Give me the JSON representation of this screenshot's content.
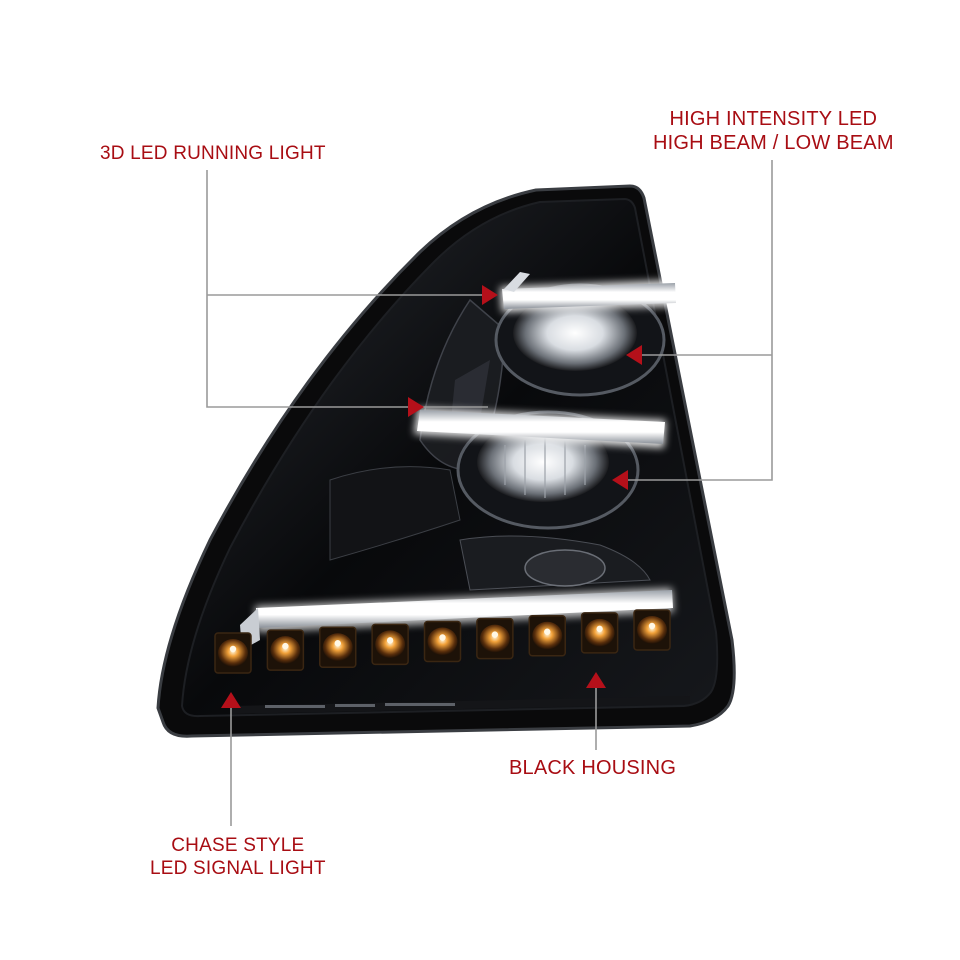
{
  "accent_color": "#a80d13",
  "housing_color": "#050505",
  "signal_amber": "#f2a23a",
  "callouts": {
    "running_light": {
      "line1": "3D LED RUNNING LIGHT"
    },
    "beam": {
      "line1": "HIGH INTENSITY LED",
      "line2": "HIGH BEAM / LOW BEAM"
    },
    "housing": {
      "line1": "BLACK HOUSING"
    },
    "signal": {
      "line1": "CHASE STYLE",
      "line2": "LED SIGNAL LIGHT"
    }
  },
  "signal_led_count": 9
}
